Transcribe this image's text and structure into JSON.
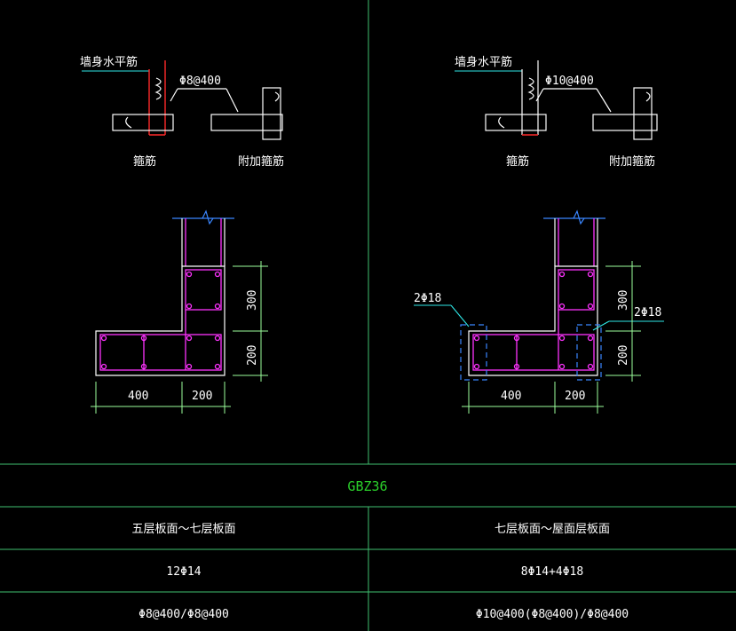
{
  "details": {
    "wall_horizontal_label": "墙身水平筋",
    "left_tie_label": "Φ8@400",
    "right_tie_label": "Φ10@400",
    "left_stirrup_label": "箍筋",
    "right_stirrup_label": "箍筋",
    "extra_stirrup_label": "附加箍筋"
  },
  "sections": {
    "left": {
      "dim_bottom_1": "400",
      "dim_bottom_2": "200",
      "dim_side_1": "300",
      "dim_side_2": "200"
    },
    "right": {
      "dim_bottom_1": "400",
      "dim_bottom_2": "200",
      "dim_side_1": "300",
      "dim_side_2": "200",
      "callout_left": "2Φ18",
      "callout_right": "2Φ18"
    }
  },
  "table": {
    "title": "GBZ36",
    "rows": [
      {
        "left": "五层板面～七层板面",
        "right": "七层板面～屋面层板面"
      },
      {
        "left": "12Φ14",
        "right": "8Φ14+4Φ18"
      },
      {
        "left": "Φ8@400/Φ8@400",
        "right": "Φ10@400(Φ8@400)/Φ8@400"
      }
    ]
  }
}
